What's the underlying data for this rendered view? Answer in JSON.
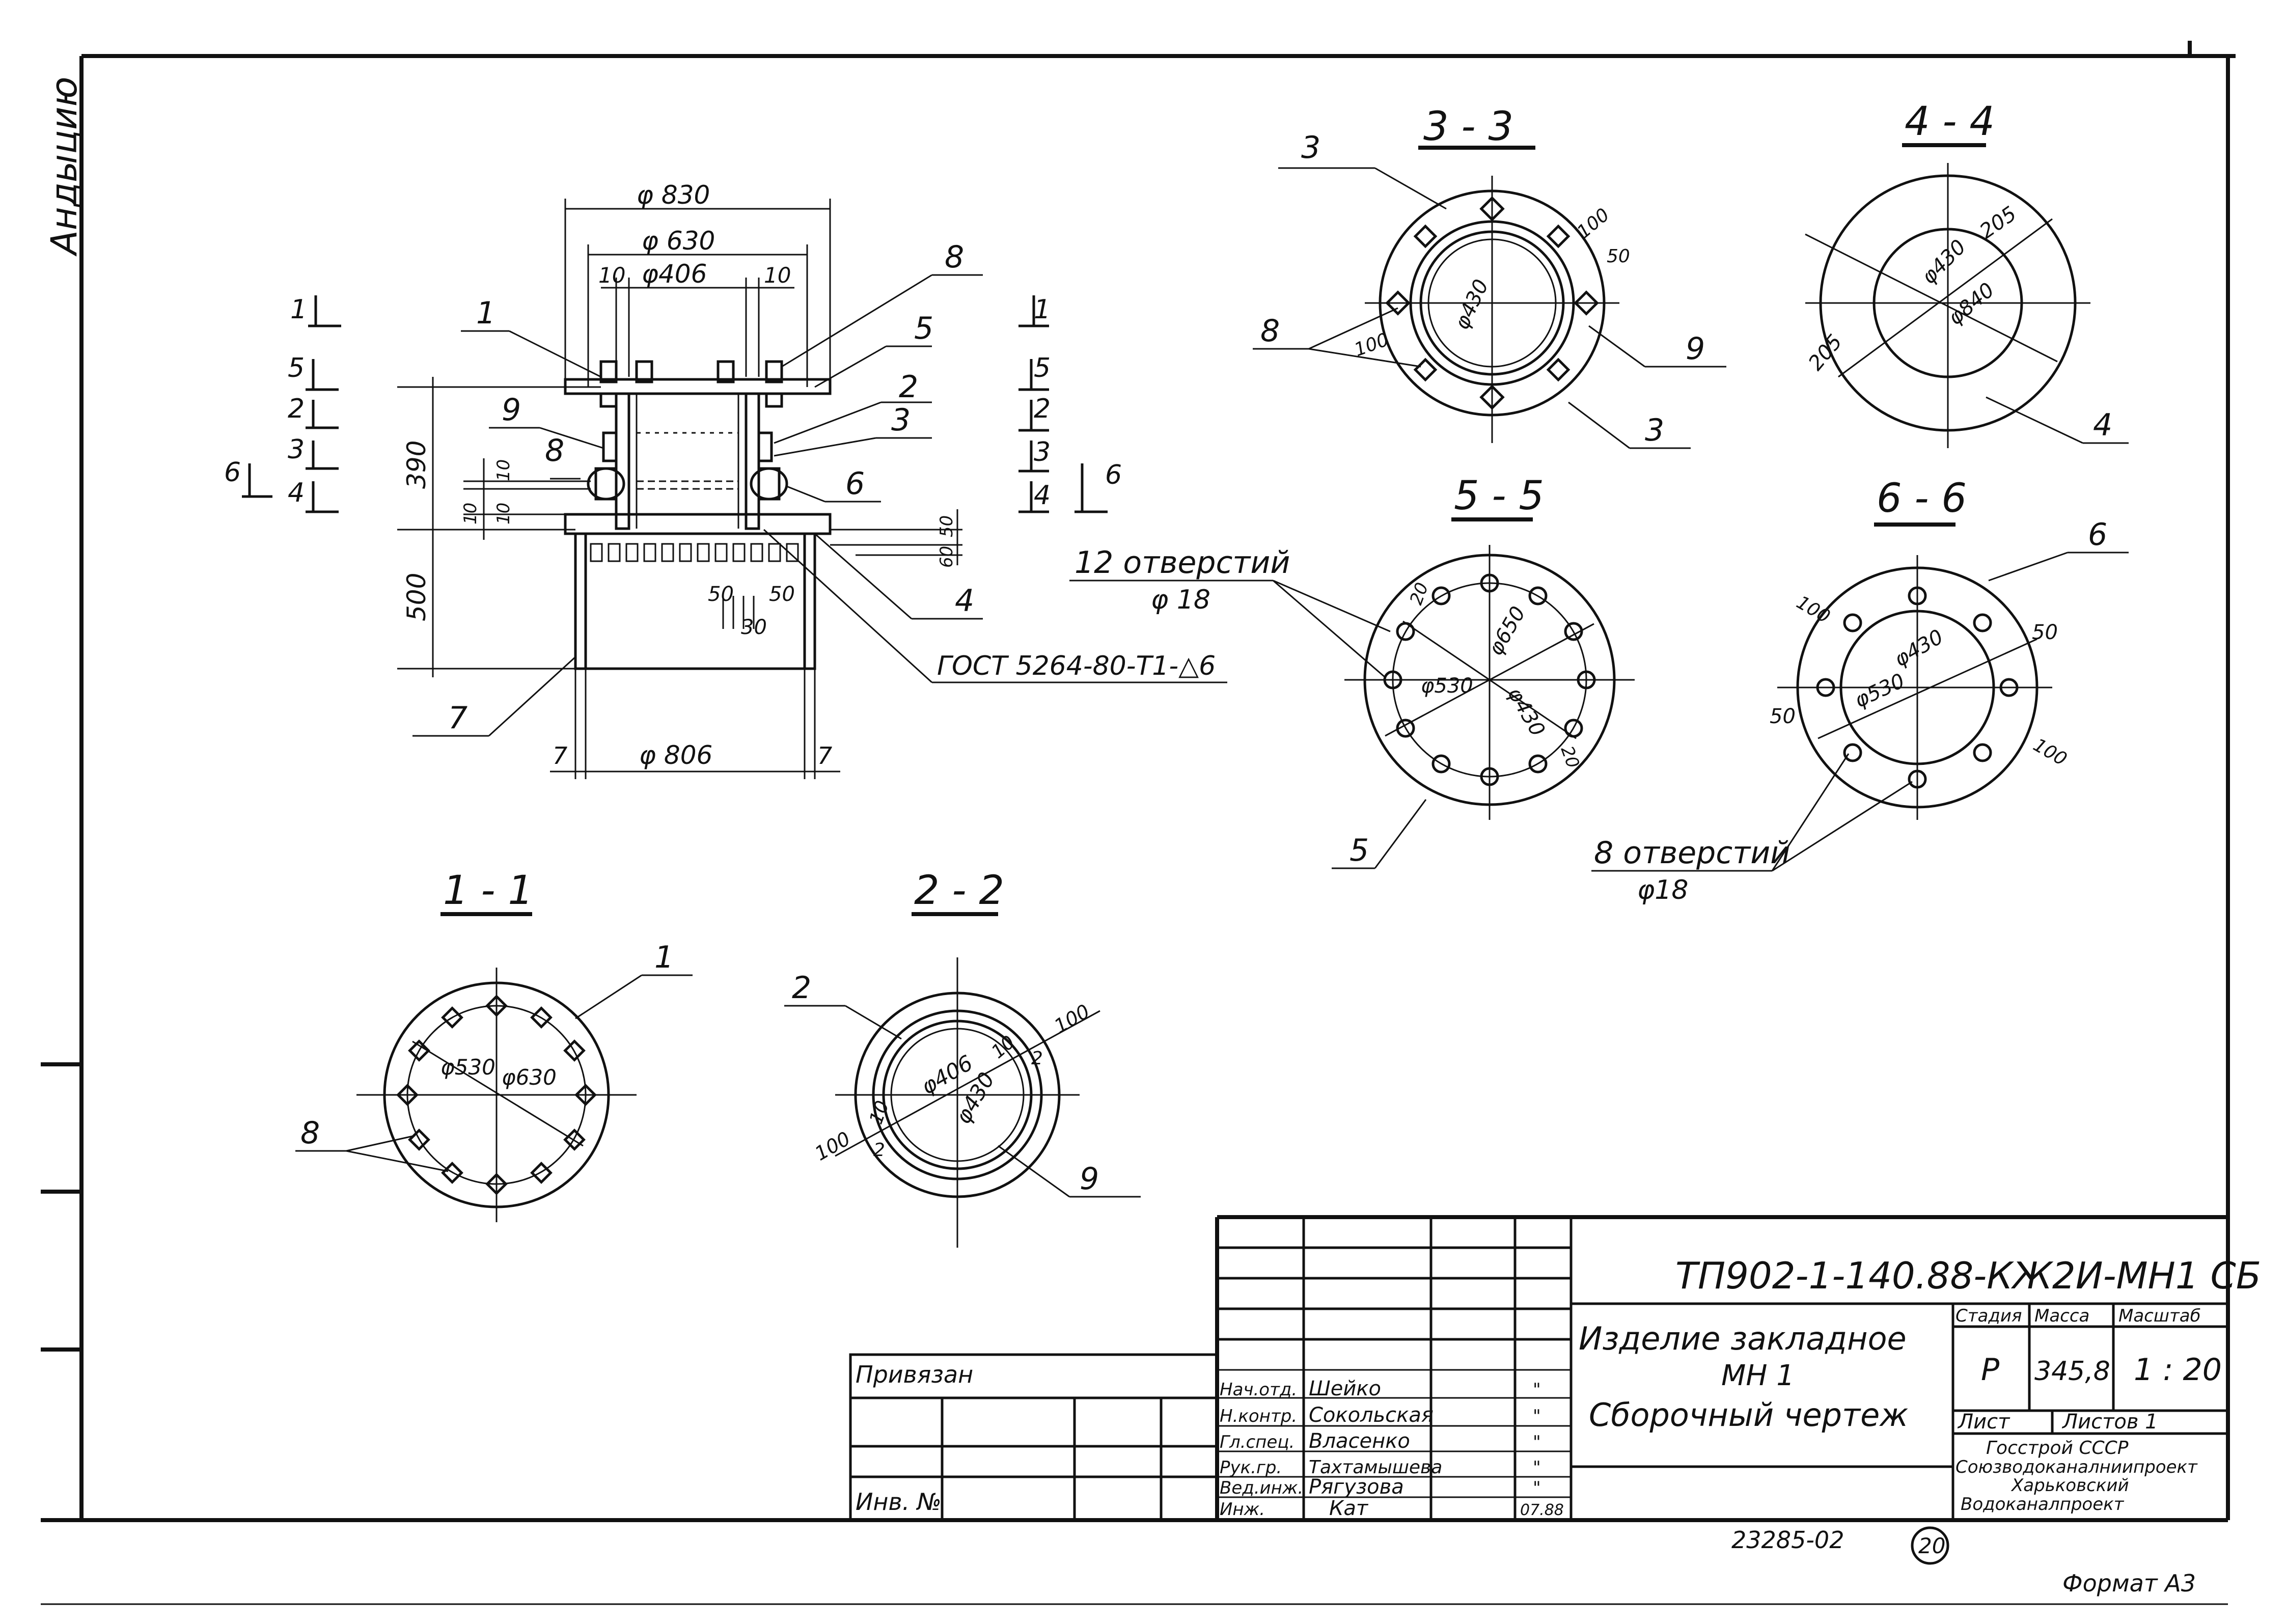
{
  "side_label": "Андыцию",
  "main_view": {
    "dims": {
      "d830": "φ 830",
      "d630": "φ 630",
      "d406": "φ406",
      "w10a": "10",
      "w10b": "10",
      "h390": "390",
      "h500": "500",
      "s10a": "10",
      "s10b": "10",
      "s10c": "10",
      "d806": "φ 806",
      "e7a": "7",
      "e7b": "7",
      "r50": "50",
      "r60": "60",
      "b50a": "50",
      "b50b": "50",
      "b30": "30"
    },
    "gost": "ГОСТ 5264-80-Т1-△6",
    "callouts": [
      "1",
      "5",
      "2",
      "3",
      "8",
      "9",
      "6",
      "4",
      "7"
    ],
    "section_marks_left": [
      "1",
      "5",
      "2",
      "3",
      "6",
      "4"
    ],
    "section_marks_right": [
      "1",
      "5",
      "2",
      "3",
      "6",
      "4"
    ]
  },
  "sections": {
    "s33": {
      "title": "3 - 3",
      "c3a": "3",
      "c8": "8",
      "c9": "9",
      "c3b": "3",
      "d430": "φ430",
      "n100a": "100",
      "n50": "50",
      "n100b": "100"
    },
    "s44": {
      "title": "4 - 4",
      "d430": "φ430",
      "d840": "φ840",
      "n205a": "205",
      "n205b": "205",
      "c4": "4"
    },
    "s55": {
      "title": "5 - 5",
      "holes": "12 отверстий",
      "holes_d": "φ 18",
      "d530": "φ530",
      "d650": "φ650",
      "d430": "φ430",
      "n20a": "20",
      "n20b": "20",
      "c5": "5"
    },
    "s66": {
      "title": "6 - 6",
      "holes": "8 отверстий",
      "holes_d": "φ18",
      "d430": "φ430",
      "d530": "φ530",
      "n100a": "100",
      "n50a": "50",
      "n50b": "50",
      "n100b": "100",
      "c6": "6"
    },
    "s11": {
      "title": "1 - 1",
      "d530": "φ530",
      "d630": "φ630",
      "c1": "1",
      "c8": "8"
    },
    "s22": {
      "title": "2 - 2",
      "d406": "φ406",
      "d430": "φ430",
      "n100a": "100",
      "n100b": "100",
      "n10a": "10",
      "n10b": "10",
      "n2a": "2",
      "n2b": "2",
      "c2": "2",
      "c9": "9"
    }
  },
  "title_block": {
    "doc_code": "ТП902-1-140.88-КЖ2И-МН1 СБ",
    "product_line1": "Изделие закладное",
    "product_line2": "МН 1",
    "product_line3": "Сборочный чертеж",
    "stage_h": "Стадия",
    "mass_h": "Масса",
    "scale_h": "Масштаб",
    "stage_v": "Р",
    "mass_v": "345,8",
    "scale_v": "1 : 20",
    "sheet_h": "Лист",
    "sheets_h": "Листов 1",
    "org1": "Госстрой СССР",
    "org2": "Союзводоканалниипроект",
    "org3": "Харьковский",
    "org4": "Водоканалпроект",
    "rows": [
      {
        "role": "Нач.отд.",
        "name": "Шейко",
        "date": "\""
      },
      {
        "role": "Н.контр.",
        "name": "Сокольская",
        "date": "\""
      },
      {
        "role": "Гл.спец.",
        "name": "Власенко",
        "date": "\""
      },
      {
        "role": "Рук.гр.",
        "name": "Тахтамышева",
        "date": "\""
      },
      {
        "role": "Вед.инж.",
        "name": "Рягузова",
        "date": "\""
      },
      {
        "role": "Инж.",
        "name": "Кат",
        "date": "07.88"
      }
    ],
    "privyazan": "Привязан",
    "inv": "Инв. №"
  },
  "bottom": {
    "num": "23285-02",
    "sheet_no": "20",
    "format": "Формат А3"
  }
}
